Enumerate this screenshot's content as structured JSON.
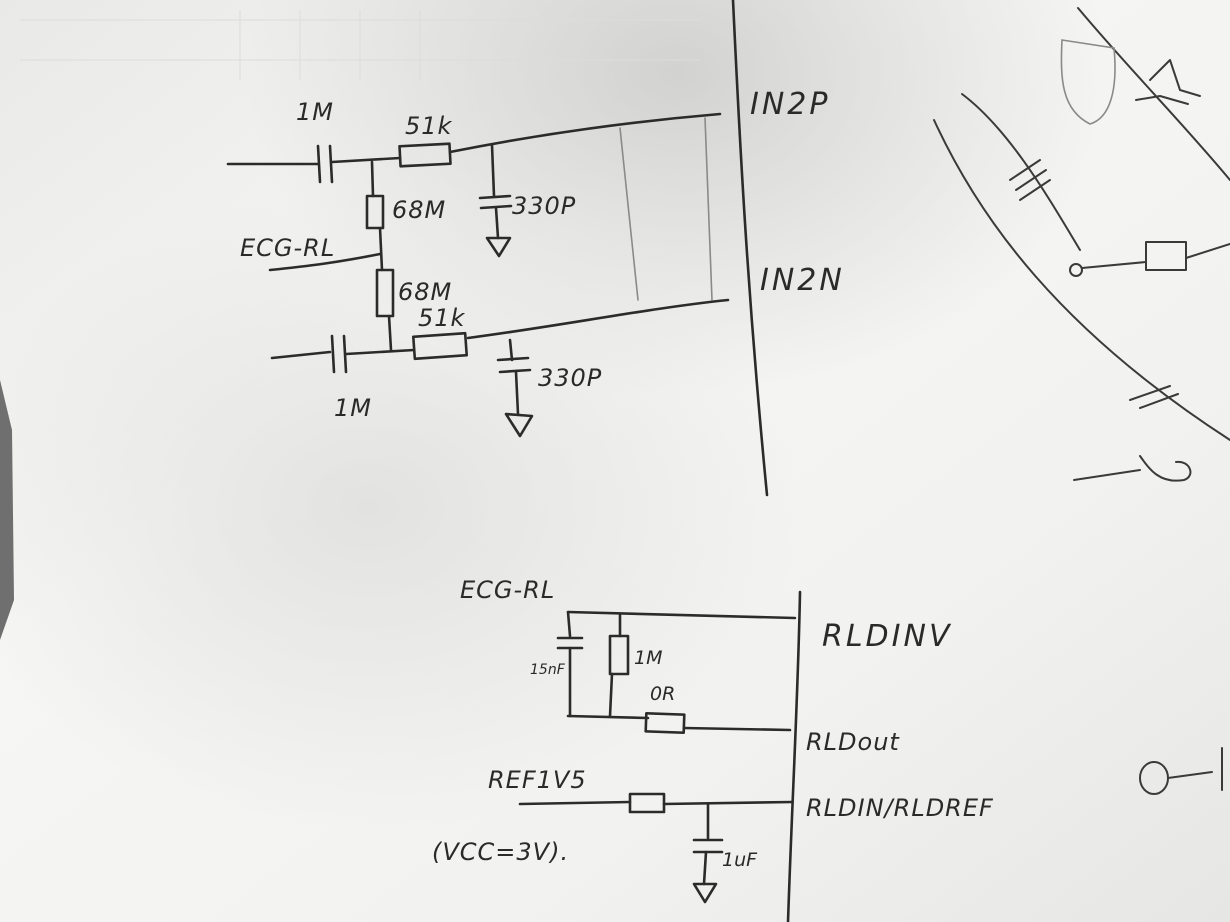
{
  "colors": {
    "paper": "#f4f4f2",
    "ink": "#2b2b2b",
    "shadow": "#cfcfcd"
  },
  "sketch_top": {
    "cap_top": "1M",
    "res_top": "51k",
    "cap_330_top": "330P",
    "res_68_top": "68M",
    "net_ecg_rl": "ECG-RL",
    "res_68_bot": "68M",
    "res_bot": "51k",
    "cap_330_bot": "330P",
    "cap_bot": "1M",
    "pin_in2p": "IN2P",
    "pin_in2n": "IN2N"
  },
  "sketch_bottom": {
    "net_ecg_rl": "ECG-RL",
    "cap_15nf": "15nF",
    "res_1m": "1M",
    "res_0r": "0R",
    "pin_rldinv": "RLDINV",
    "pin_rldout": "RLDout",
    "net_ref": "REF1V5",
    "pin_rldin": "RLDIN/RLDREF",
    "cap_1uf": "1uF",
    "note_vcc": "(VCC=3V)."
  }
}
